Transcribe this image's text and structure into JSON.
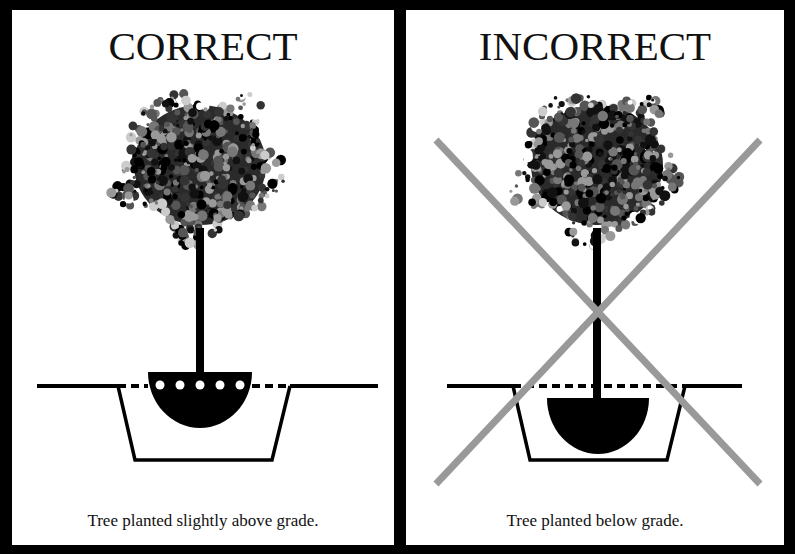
{
  "diagram": {
    "nodes": [
      {
        "text": [
          "CORRECT",
          "Tree planted slightly above grade."
        ]
      },
      {
        "text": [
          "INCORRECT",
          "Tree planted below grade."
        ]
      }
    ]
  }
}
